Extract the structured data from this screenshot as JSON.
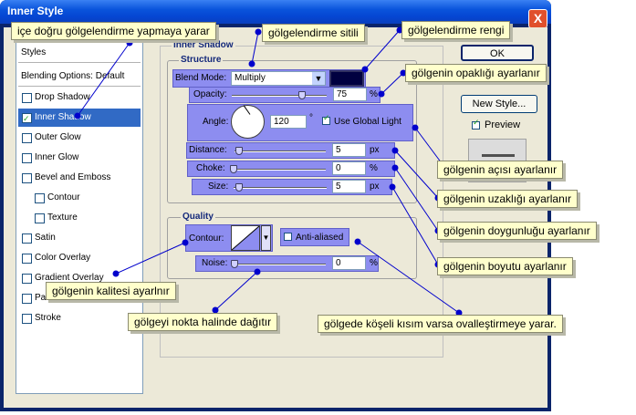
{
  "window": {
    "title": "Inner Style",
    "close_glyph": "X"
  },
  "styles_list": {
    "header": "Styles",
    "blending": "Blending Options: Default",
    "items": [
      {
        "label": "Drop Shadow",
        "checked": false
      },
      {
        "label": "Inner Shadow",
        "checked": true,
        "selected": true
      },
      {
        "label": "Outer Glow",
        "checked": false
      },
      {
        "label": "Inner Glow",
        "checked": false
      },
      {
        "label": "Bevel and Emboss",
        "checked": false
      },
      {
        "label": "Contour",
        "checked": false,
        "indent": true
      },
      {
        "label": "Texture",
        "checked": false,
        "indent": true
      },
      {
        "label": "Satin",
        "checked": false
      },
      {
        "label": "Color Overlay",
        "checked": false
      },
      {
        "label": "Gradient Overlay",
        "checked": false
      },
      {
        "label": "Pattern Overlay",
        "checked": false
      },
      {
        "label": "Stroke",
        "checked": false
      }
    ]
  },
  "panel": {
    "title": "Inner Shadow",
    "structure": "Structure",
    "blend_mode_label": "Blend Mode:",
    "blend_mode_value": "Multiply",
    "opacity_label": "Opacity:",
    "opacity_value": "75",
    "opacity_unit": "%",
    "angle_label": "Angle:",
    "angle_value": "120",
    "angle_unit": "°",
    "global_light_label": "Use Global Light",
    "global_light_checked": true,
    "distance_label": "Distance:",
    "distance_value": "5",
    "distance_unit": "px",
    "choke_label": "Choke:",
    "choke_value": "0",
    "choke_unit": "%",
    "size_label": "Size:",
    "size_value": "5",
    "size_unit": "px",
    "quality": "Quality",
    "contour_label": "Contour:",
    "anti_aliased_label": "Anti-aliased",
    "noise_label": "Noise:",
    "noise_value": "0",
    "noise_unit": "%",
    "shadow_color": "#000040"
  },
  "buttons": {
    "ok": "OK",
    "new_style": "New Style...",
    "preview": "Preview"
  },
  "callouts": {
    "c1": "içe doğru gölgelendirme yapmaya yarar",
    "c2": "gölgelendirme sitili",
    "c3": "gölgelendirme rengi",
    "c4": "gölgenin opaklığı ayarlanır",
    "c5": "gölgenin açısı ayarlanır",
    "c6": "gölgenin uzaklığı ayarlanır",
    "c7": "gölgenin doygunluğu ayarlanır",
    "c8": "gölgenin boyutu ayarlanır",
    "c9": "gölgenin kalitesi ayarlnır",
    "c10": "gölgeyi nokta halinde dağıtır",
    "c11": "gölgede köşeli kısım varsa ovalleştirmeye yarar."
  },
  "colors": {
    "highlight": "#8d8df0",
    "callout_bg": "#ffffcc",
    "selection": "#316ac5",
    "arrow": "#0000cc"
  }
}
